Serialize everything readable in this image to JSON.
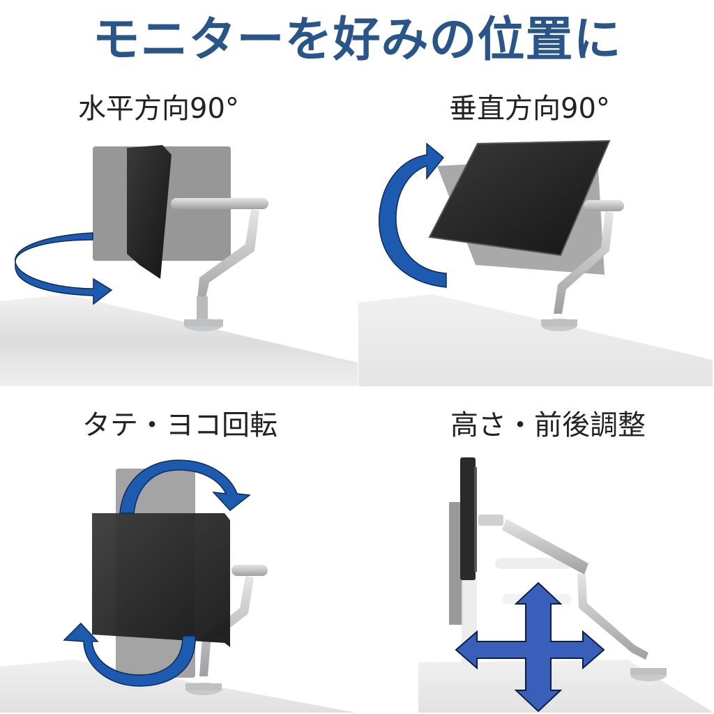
{
  "title": "モニターを好みの位置に",
  "colors": {
    "title": "#2a5589",
    "arrow_fill": "#1c5bb0",
    "arrow_stroke": "#0d2a55",
    "cross_arrow_fill": "#3a5fba",
    "monitor_screen": "#1e1e1e",
    "monitor_ghost": "#8a8a8a",
    "arm": "#c4c6c8",
    "desk": "#ececec",
    "label": "#222222"
  },
  "panels": [
    {
      "label": "水平方向90°",
      "feature": "horizontal-swivel",
      "arrow": "horizontal-rotation-arrow"
    },
    {
      "label": "垂直方向90°",
      "feature": "vertical-tilt",
      "arrow": "vertical-rotation-arrow"
    },
    {
      "label": "タテ・ヨコ回転",
      "feature": "portrait-landscape-rotation",
      "arrow": "rotation-arrows"
    },
    {
      "label": "高さ・前後調整",
      "feature": "height-depth-adjust",
      "arrow": "four-way-arrow"
    }
  ]
}
